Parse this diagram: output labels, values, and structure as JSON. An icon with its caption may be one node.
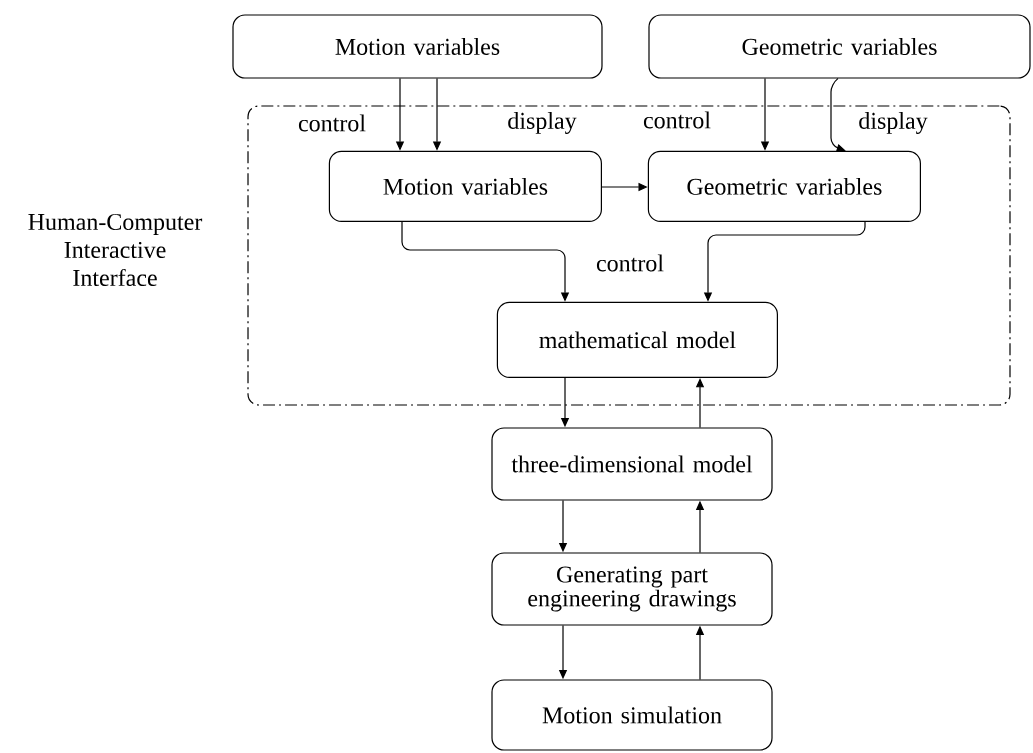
{
  "diagram": {
    "nodes": [
      {
        "text": [
          "Human-Computer Interactive Interface"
        ]
      },
      {
        "text": [
          "Motion variables"
        ]
      },
      {
        "text": [
          "Geometric variables"
        ]
      },
      {
        "text": [
          "Motion variables"
        ],
        "in": 0
      },
      {
        "text": [
          "Geometric variables"
        ],
        "in": 0
      },
      {
        "text": [
          "mathematical model"
        ],
        "in": 0
      },
      {
        "text": [
          "three-dimensional model"
        ]
      },
      {
        "text": [
          "Generating part engineering drawings"
        ]
      },
      {
        "text": [
          "Motion simulation"
        ]
      }
    ],
    "edges": [
      {
        "from": 1,
        "to": 3,
        "arrow": "to",
        "label": "control"
      },
      {
        "from": 1,
        "to": 3,
        "arrow": "to",
        "label": "display"
      },
      {
        "from": 2,
        "to": 4,
        "arrow": "to",
        "label": "control"
      },
      {
        "from": 2,
        "to": 4,
        "arrow": "to",
        "label": "display"
      },
      {
        "from": 3,
        "to": 4,
        "arrow": "to"
      },
      {
        "from": 3,
        "to": 5,
        "arrow": "to",
        "label": "control"
      },
      {
        "from": 4,
        "to": 5,
        "arrow": "to"
      },
      {
        "from": 5,
        "to": 6,
        "arrow": "to"
      },
      {
        "from": 6,
        "to": 5,
        "arrow": "to"
      },
      {
        "from": 6,
        "to": 7,
        "arrow": "to"
      },
      {
        "from": 7,
        "to": 6,
        "arrow": "to"
      },
      {
        "from": 7,
        "to": 8,
        "arrow": "to"
      },
      {
        "from": 8,
        "to": 7,
        "arrow": "to"
      }
    ]
  }
}
